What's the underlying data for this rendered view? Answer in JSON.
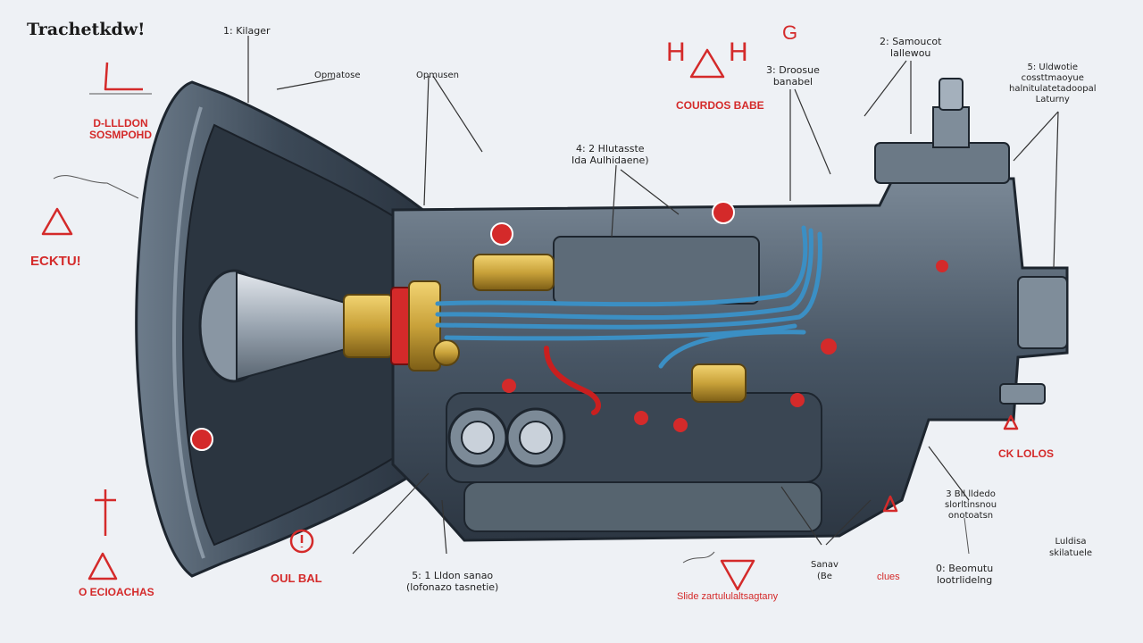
{
  "title": "Trachetkdw!",
  "labels": {
    "kilager": "1: Kilager",
    "opmatose": "Opmatose",
    "opmusen": "Opmusen",
    "samoucot": [
      "2: Samoucot",
      "lallewou"
    ],
    "droosue": [
      "3: Droosue",
      "banabel"
    ],
    "hlutasste": [
      "4: 2 Hlutasste",
      "Ida Aulhidaene)"
    ],
    "uldwotie": [
      "5: Uldwotie",
      "cossttmaoyue",
      "halnitulatetadoopal",
      "Laturny"
    ],
    "lldon": [
      "5: 1 Lldon sanao",
      "(lofonazo tasnetie)"
    ],
    "beomutu": [
      "0: Beomutu",
      "lootrlidelng"
    ],
    "sanav": [
      "Sanav",
      "(Be"
    ],
    "tuldisa": [
      "Luldisa",
      "skilatuele"
    ],
    "bll": [
      "3 Bll lldedo",
      "slorltinsnou",
      "onotoatsn"
    ]
  },
  "warnings": {
    "d_lldon": [
      "D-LLLDON",
      "SOSMPOHD"
    ],
    "ecktu": "ECKTU!",
    "couroos": "COURDOS BABE",
    "oil": "OUL BAL",
    "ecioachas": "O ECIOACHAS",
    "slide": "Slide zartululaltsagtany",
    "ck_lou": "CK LOLOS",
    "clues": "clues",
    "h_left": "H",
    "h_right": "H",
    "g_mark": "G"
  },
  "colors": {
    "housing": "#4e5d6c",
    "housing_dark": "#2a3440",
    "brass": "#c9a23a",
    "coolant_line": "#3b8fc4",
    "warning_red": "#d42a2a",
    "paper": "#eef1f5"
  }
}
